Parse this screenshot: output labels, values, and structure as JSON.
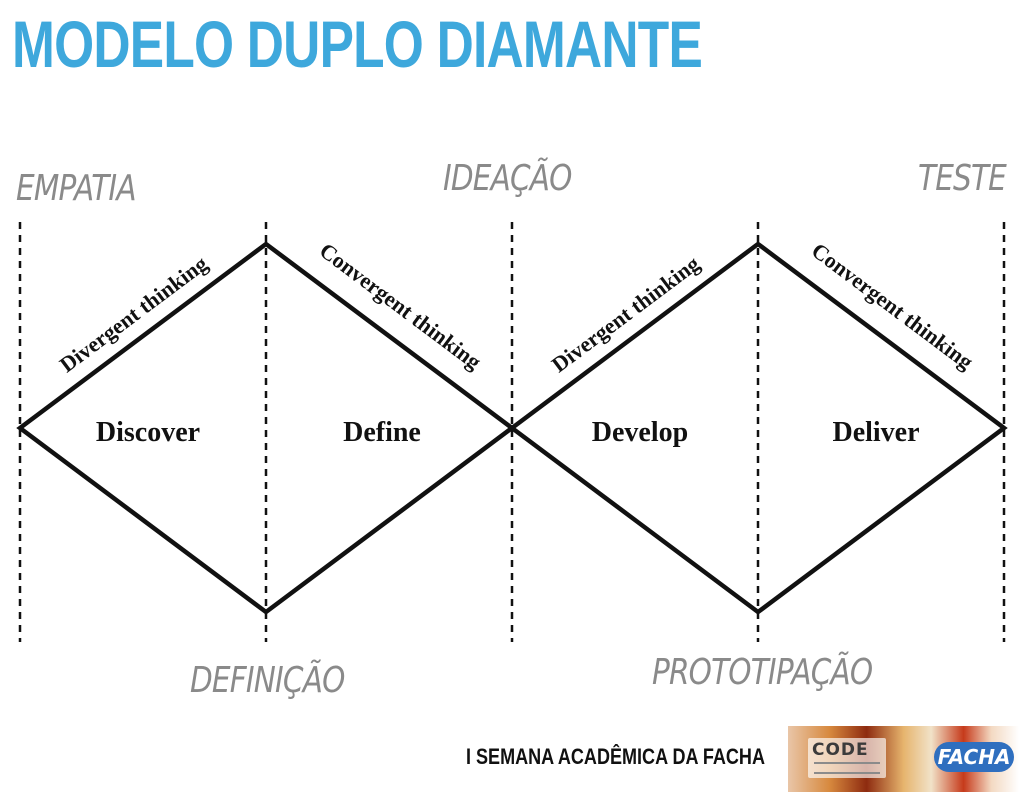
{
  "title": "MODELO DUPLO DIAMANTE",
  "stages_top": [
    "EMPATIA",
    "IDEAÇÃO",
    "TESTE"
  ],
  "stages_bottom": [
    "DEFINIÇÃO",
    "PROTOTIPAÇÃO"
  ],
  "phases": [
    "Discover",
    "Define",
    "Develop",
    "Deliver"
  ],
  "edge_labels": [
    "Divergent thinking",
    "Convergent thinking",
    "Divergent thinking",
    "Convergent thinking"
  ],
  "footer": {
    "text": "I SEMANA ACADÊMICA DA FACHA",
    "logo_left": "CODE",
    "logo_right": "FACHA"
  }
}
